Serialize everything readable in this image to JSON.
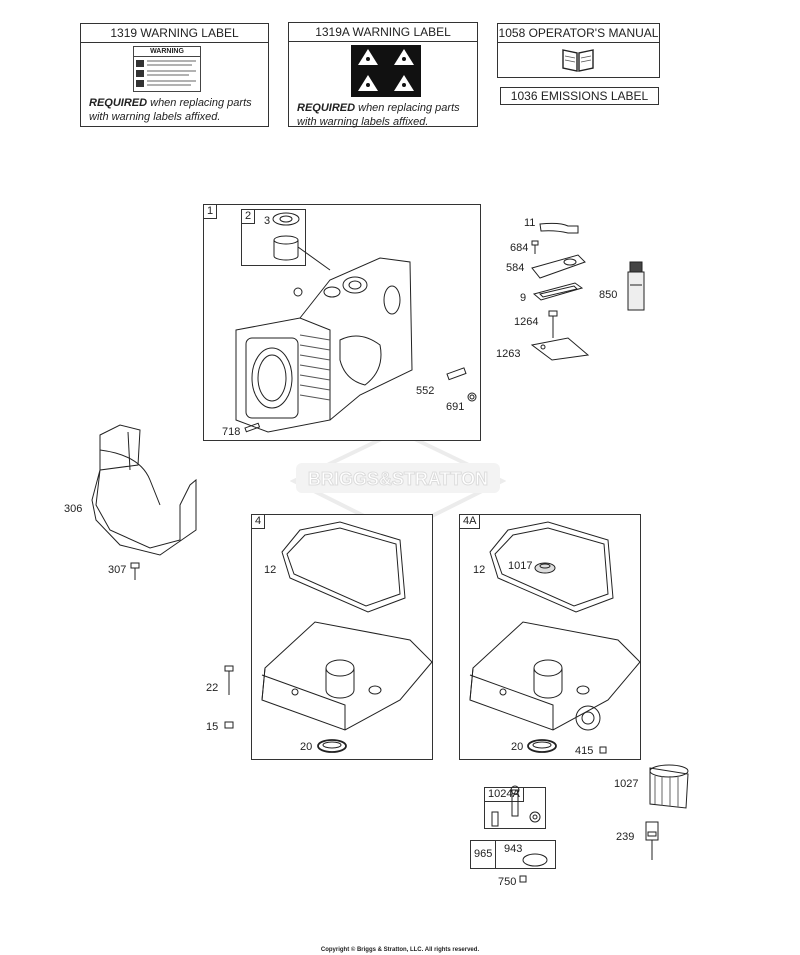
{
  "labels_panel": {
    "warning_1319": {
      "title": "1319 WARNING LABEL",
      "required_bold": "REQUIRED",
      "required_rest": " when replacing parts",
      "required_line2": "with warning labels affixed."
    },
    "warning_1319A": {
      "title": "1319A WARNING LABEL",
      "required_bold": "REQUIRED",
      "required_rest": " when replacing parts",
      "required_line2": "with warning labels affixed."
    },
    "manual_1058": {
      "title": "1058 OPERATOR'S MANUAL"
    },
    "emissions_1036": {
      "title": "1036 EMISSIONS LABEL"
    },
    "warning_sticker_heading": "WARNING"
  },
  "groups": {
    "g1": "1",
    "g2": "2",
    "g4": "4",
    "g4a": "4A",
    "g965": "965",
    "g1024a": "1024A"
  },
  "callouts": {
    "c3": "3",
    "c11": "11",
    "c684": "684",
    "c584": "584",
    "c9": "9",
    "c850": "850",
    "c1264": "1264",
    "c1263": "1263",
    "c552": "552",
    "c691": "691",
    "c718": "718",
    "c306": "306",
    "c307": "307",
    "c12a": "12",
    "c12b": "12",
    "c1017": "1017",
    "c22": "22",
    "c15": "15",
    "c20a": "20",
    "c20b": "20",
    "c415": "415",
    "c1027": "1027",
    "c239": "239",
    "c943": "943",
    "c750": "750"
  },
  "watermark": "BRIGGS&STRATTON",
  "copyright": "Copyright © Briggs & Stratton, LLC. All rights reserved."
}
